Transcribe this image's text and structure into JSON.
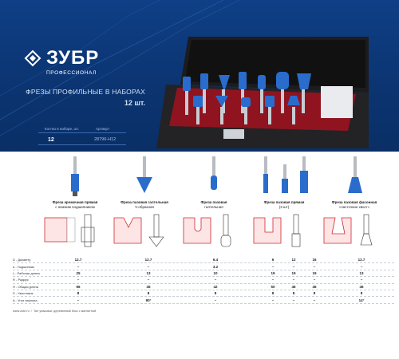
{
  "brand": {
    "name": "ЗУБР",
    "subtitle": "ПРОФЕССИОНАЛ"
  },
  "banner": {
    "title": "ФРЕЗЫ ПРОФИЛЬНЫЕ В НАБОРАХ",
    "count": "12 шт.",
    "spec_left_label": "Кол-во в наборе, шт.",
    "spec_left_value": "12",
    "spec_right_label": "Артикул",
    "spec_right_value": "28796-H12"
  },
  "products": [
    {
      "name1": "Фреза кромочная прямая",
      "name2": "с нижним подшипником"
    },
    {
      "name1": "Фреза пазовая галтельная",
      "name2": "V-образная"
    },
    {
      "name1": "Фреза пазовая",
      "name2": "галтельная"
    },
    {
      "name1": "Фреза пазовая прямая",
      "name2": "(3 шт)"
    },
    {
      "name1": "Фреза пазовая фасонная",
      "name2": "«ласточкин хвост»"
    }
  ],
  "table": {
    "rows": [
      {
        "label": "D - Диаметр",
        "values": [
          "12.7",
          "12.7",
          "6.4",
          "6",
          "12",
          "16",
          "12.7"
        ]
      },
      {
        "label": "d - Подшипник",
        "values": [
          "–",
          "–",
          "3.2",
          "–",
          "–",
          "–",
          "–"
        ]
      },
      {
        "label": "L - Рабочая длина",
        "values": [
          "25",
          "13",
          "10",
          "19",
          "19",
          "19",
          "13"
        ]
      },
      {
        "label": "R - Радиус",
        "values": [
          "–",
          "–",
          "–",
          "–",
          "–",
          "–",
          "–"
        ]
      },
      {
        "label": "H - Общая длина",
        "values": [
          "66",
          "45",
          "42",
          "50",
          "46",
          "46",
          "46"
        ]
      },
      {
        "label": "S - Хвостовик",
        "values": [
          "8",
          "8",
          "8",
          "8",
          "8",
          "8",
          "8"
        ]
      },
      {
        "label": "A - Угол наклона",
        "values": [
          "–",
          "90°",
          "–",
          "–",
          "–",
          "–",
          "14°"
        ]
      }
    ]
  },
  "footer": {
    "site": "www.zubr.ru",
    "note": "Тип упаковки: деревянный бокс с магнитной"
  },
  "colors": {
    "banner": "#0b3470",
    "accent": "#2a6ccc",
    "drawing_red": "#d0282e"
  }
}
